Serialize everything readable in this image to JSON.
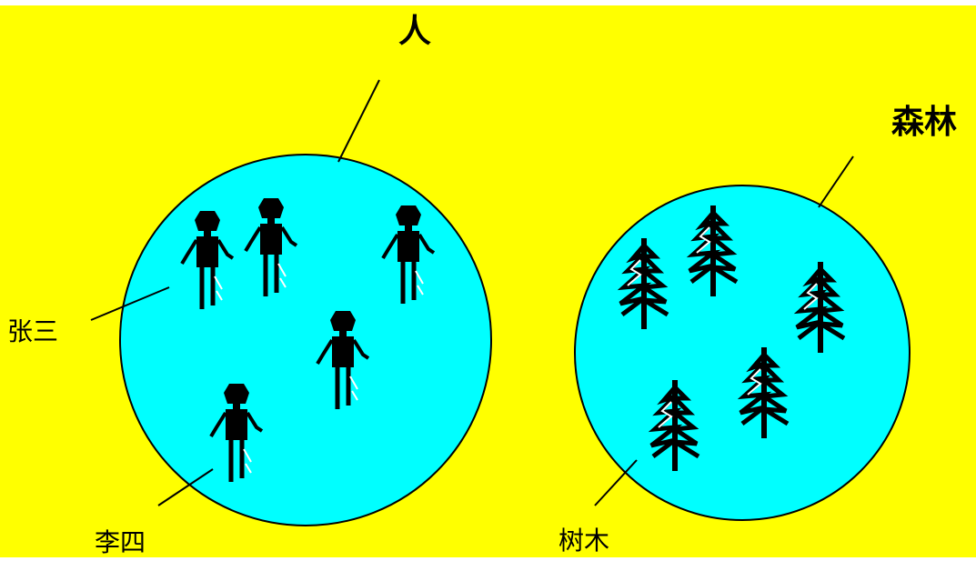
{
  "labels": {
    "people_set": "人",
    "forest_set": "森林",
    "person_element": "张三",
    "person_element_2": "李四",
    "tree_element": "树木"
  },
  "colors": {
    "background": "#FFFF00",
    "circle_fill": "#00FFFF",
    "ink": "#000000"
  },
  "icons": {
    "person": "person-icon",
    "tree": "pine-tree-icon"
  }
}
